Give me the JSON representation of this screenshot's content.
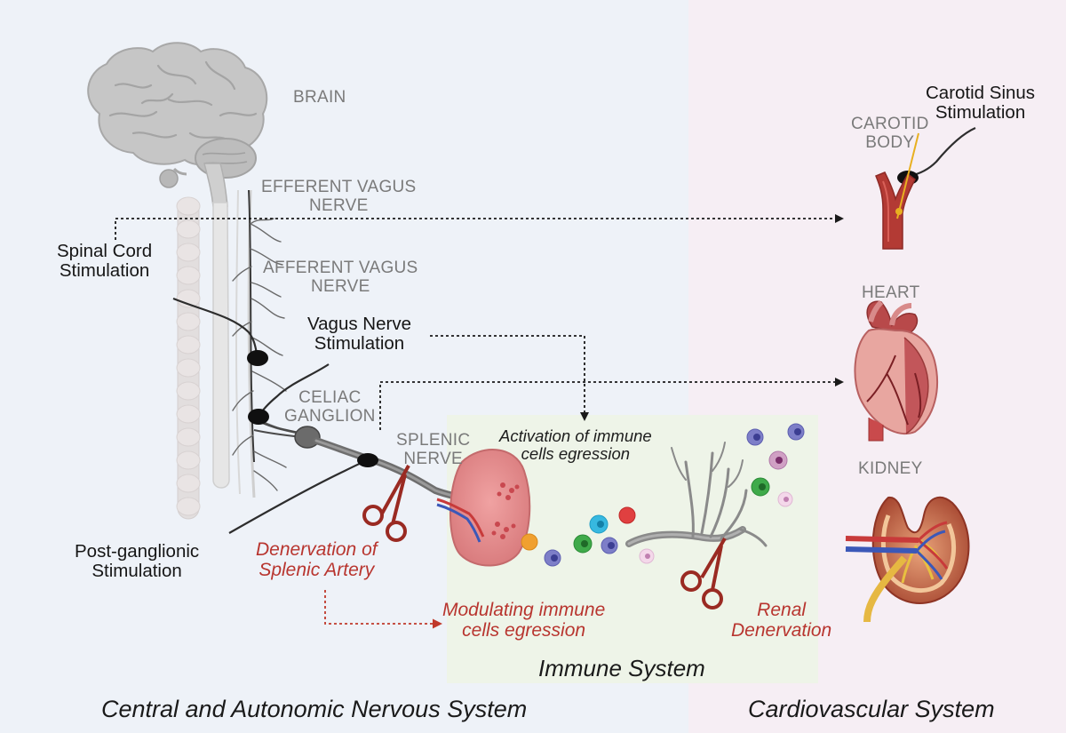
{
  "regions": {
    "nervous_system": "Central and Autonomic Nervous System",
    "cardiovascular_system": "Cardiovascular System",
    "immune_system": "Immune System"
  },
  "anatomy_labels": {
    "brain": "BRAIN",
    "efferent_vagus_nerve": [
      "EFFERENT VAGUS",
      "NERVE"
    ],
    "afferent_vagus_nerve": [
      "AFFERENT VAGUS",
      "NERVE"
    ],
    "celiac_ganglion": [
      "CELIAC",
      "GANGLION"
    ],
    "splenic_nerve": [
      "SPLENIC",
      "NERVE"
    ],
    "carotid_body": [
      "CAROTID",
      "BODY"
    ],
    "heart": "HEART",
    "kidney": "KIDNEY"
  },
  "interventions": {
    "carotid_sinus_stimulation": [
      "Carotid Sinus",
      "Stimulation"
    ],
    "spinal_cord_stimulation": [
      "Spinal Cord",
      "Stimulation"
    ],
    "vagus_nerve_stimulation": [
      "Vagus Nerve",
      "Stimulation"
    ],
    "post_ganglionic_stimulation": [
      "Post-ganglionic",
      "Stimulation"
    ],
    "denervation_splenic_artery": [
      "Denervation of",
      "Splenic Artery"
    ],
    "renal_denervation": [
      "Renal",
      "Denervation"
    ]
  },
  "effects": {
    "activation_immune_egression": [
      "Activation of immune",
      "cells egression"
    ],
    "modulating_immune_egression": [
      "Modulating immune",
      "cells egression"
    ]
  },
  "colors": {
    "nervous_bg": "#eef2f8",
    "cardio_bg": "#f6eef4",
    "immune_bg": "#eef4e8",
    "denervation_red": "#b8352f",
    "arrow_black": "#1a1a1a"
  }
}
